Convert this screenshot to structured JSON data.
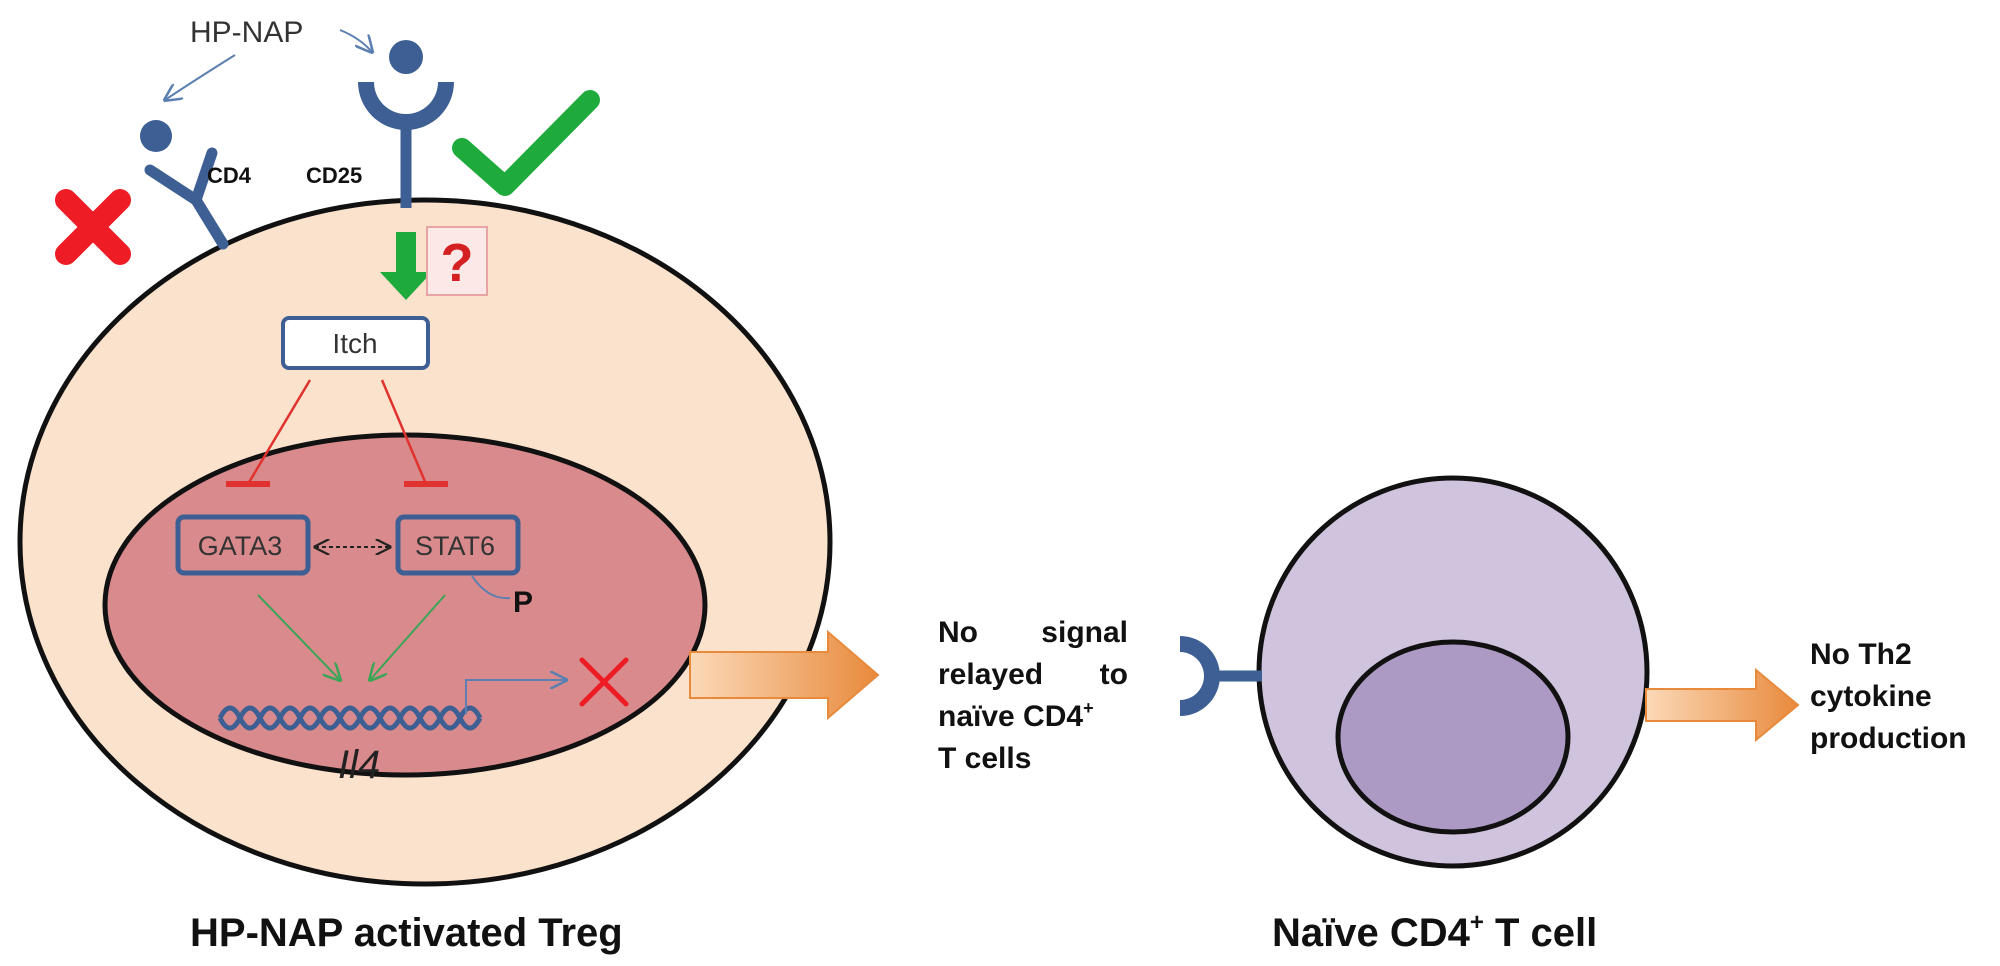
{
  "labels": {
    "hp_nap": "HP-NAP",
    "cd4": "CD4",
    "cd25": "CD25",
    "question": "?",
    "itch": "Itch",
    "gata3": "GATA3",
    "stat6": "STAT6",
    "phospho": "P",
    "il4": "Il4",
    "treg_caption": "HP-NAP activated Treg",
    "signal_line1_a": "No",
    "signal_line1_b": "signal",
    "signal_line2_a": "relayed",
    "signal_line2_b": "to",
    "signal_line3": "naïve CD4",
    "signal_line3_sup": "+",
    "signal_line4": "T cells",
    "th2_line1": "No Th2",
    "th2_line2": "cytokine",
    "th2_line3": "production",
    "naive_caption_pre": "Naïve CD4",
    "naive_caption_sup": "+",
    "naive_caption_post": " T cell"
  },
  "colors": {
    "receptor_blue": "#3d5f93",
    "cytoplasm": "#fbe2cc",
    "nucleus": "#d98a8c",
    "check_green": "#1faa3c",
    "cross_red": "#ee1c24",
    "inhibit_red": "#e0322e",
    "activate_green": "#3aa655",
    "orange_arrow": "#e88a3c",
    "naive_cell": "#cfc3dd",
    "naive_nucleus": "#ad9ac4"
  },
  "icons": [
    "check-icon",
    "cross-icon",
    "question-icon",
    "inhibition-icon",
    "dna-icon"
  ]
}
